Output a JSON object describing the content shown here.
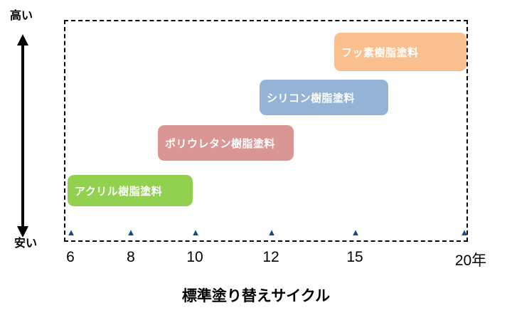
{
  "y_axis": {
    "top_label": "高い",
    "bottom_label": "安い"
  },
  "chart_data": {
    "type": "bar",
    "title": "標準塗り替えサイクル",
    "xlabel": "標準塗り替えサイクル",
    "x_ticks": [
      "6",
      "8",
      "10",
      "12",
      "15",
      "20年"
    ],
    "x_tick_years": [
      6,
      8,
      10,
      12,
      15,
      20
    ],
    "ylabel_high": "高い",
    "ylabel_low": "安い",
    "legend": false,
    "grid": false,
    "marker_glyph": "▲",
    "marker_color": "#1F497D",
    "series": [
      {
        "name": "アクリル樹脂塗料",
        "x_range_years": [
          6,
          10
        ],
        "price_level": 1,
        "color": "#92D050"
      },
      {
        "name": "ポリウレタン樹脂塗料",
        "x_range_years": [
          10,
          12
        ],
        "price_level": 2,
        "color": "#D99694"
      },
      {
        "name": "シリコン樹脂塗料",
        "x_range_years": [
          12,
          15
        ],
        "price_level": 3,
        "color": "#95B3D7"
      },
      {
        "name": "フッ素樹脂塗料",
        "x_range_years": [
          15,
          20
        ],
        "price_level": 4,
        "color": "#FABF8F"
      }
    ]
  }
}
